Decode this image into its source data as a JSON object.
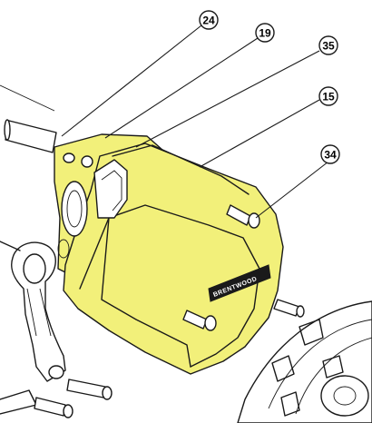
{
  "diagram": {
    "accent_color": "#f2f07a",
    "callouts": [
      {
        "id": "c24",
        "label": "24"
      },
      {
        "id": "c19",
        "label": "19"
      },
      {
        "id": "c35",
        "label": "35"
      },
      {
        "id": "c15",
        "label": "15"
      },
      {
        "id": "c34",
        "label": "34"
      }
    ],
    "housing_brand": "BRENTWOOD"
  }
}
